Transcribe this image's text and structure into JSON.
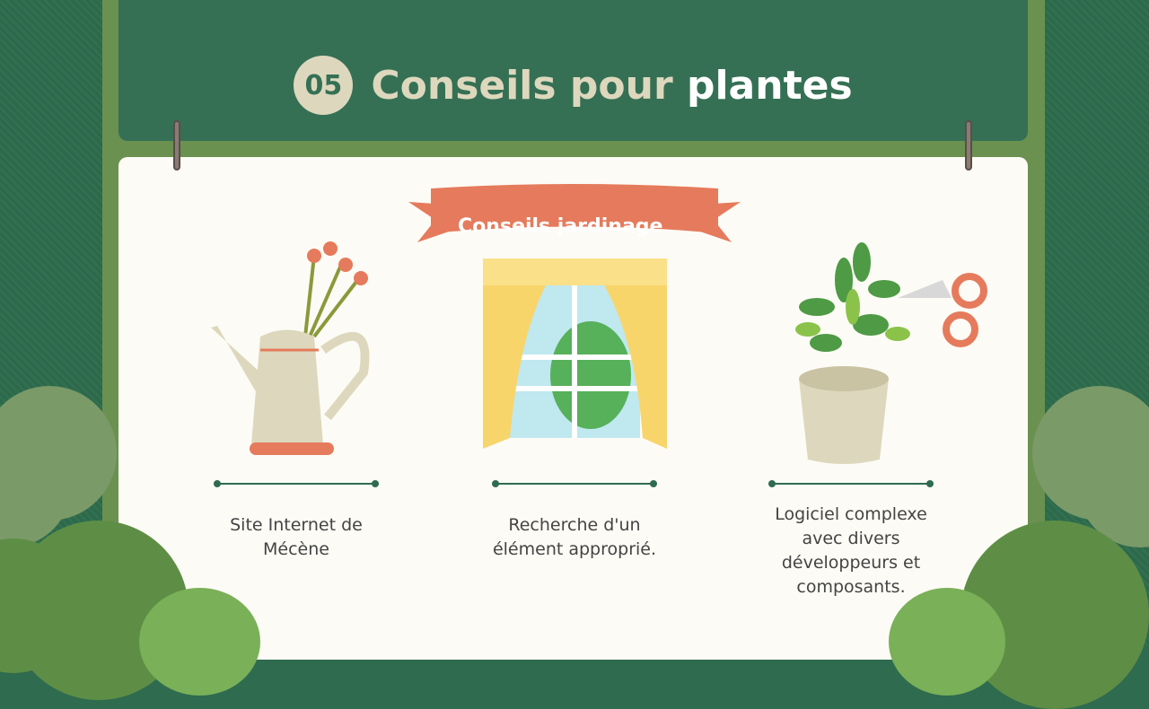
{
  "header": {
    "number": "05",
    "title_part1": "Conseils pour",
    "title_part2": "plantes"
  },
  "banner": {
    "label": "Conseils jardinage"
  },
  "items": [
    {
      "illustration": "watering-can-with-flowers",
      "caption": "Site Internet de Mécène"
    },
    {
      "illustration": "window-with-curtains",
      "caption": "Recherche d'un élément approprié."
    },
    {
      "illustration": "potted-plant-with-scissors",
      "caption": "Logiciel complexe avec divers développeurs et composants."
    }
  ],
  "colors": {
    "header": "#357055",
    "frame": "#6a9150",
    "panel": "#fdfbf5",
    "accent": "#e57b5c",
    "title": "#ddd8bd"
  }
}
